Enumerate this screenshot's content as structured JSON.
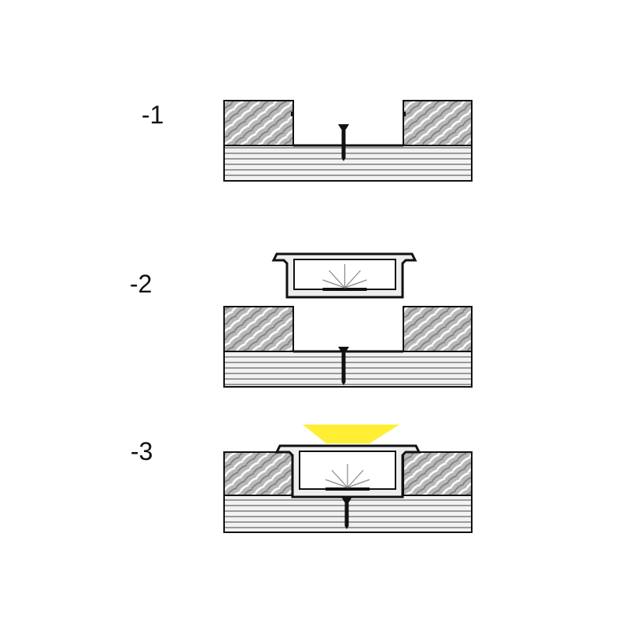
{
  "steps": [
    {
      "label": "-1"
    },
    {
      "label": "-2"
    },
    {
      "label": "-3"
    }
  ],
  "colors": {
    "light": "#ffee33",
    "wood": "#9a9a9a",
    "line": "#111111"
  }
}
